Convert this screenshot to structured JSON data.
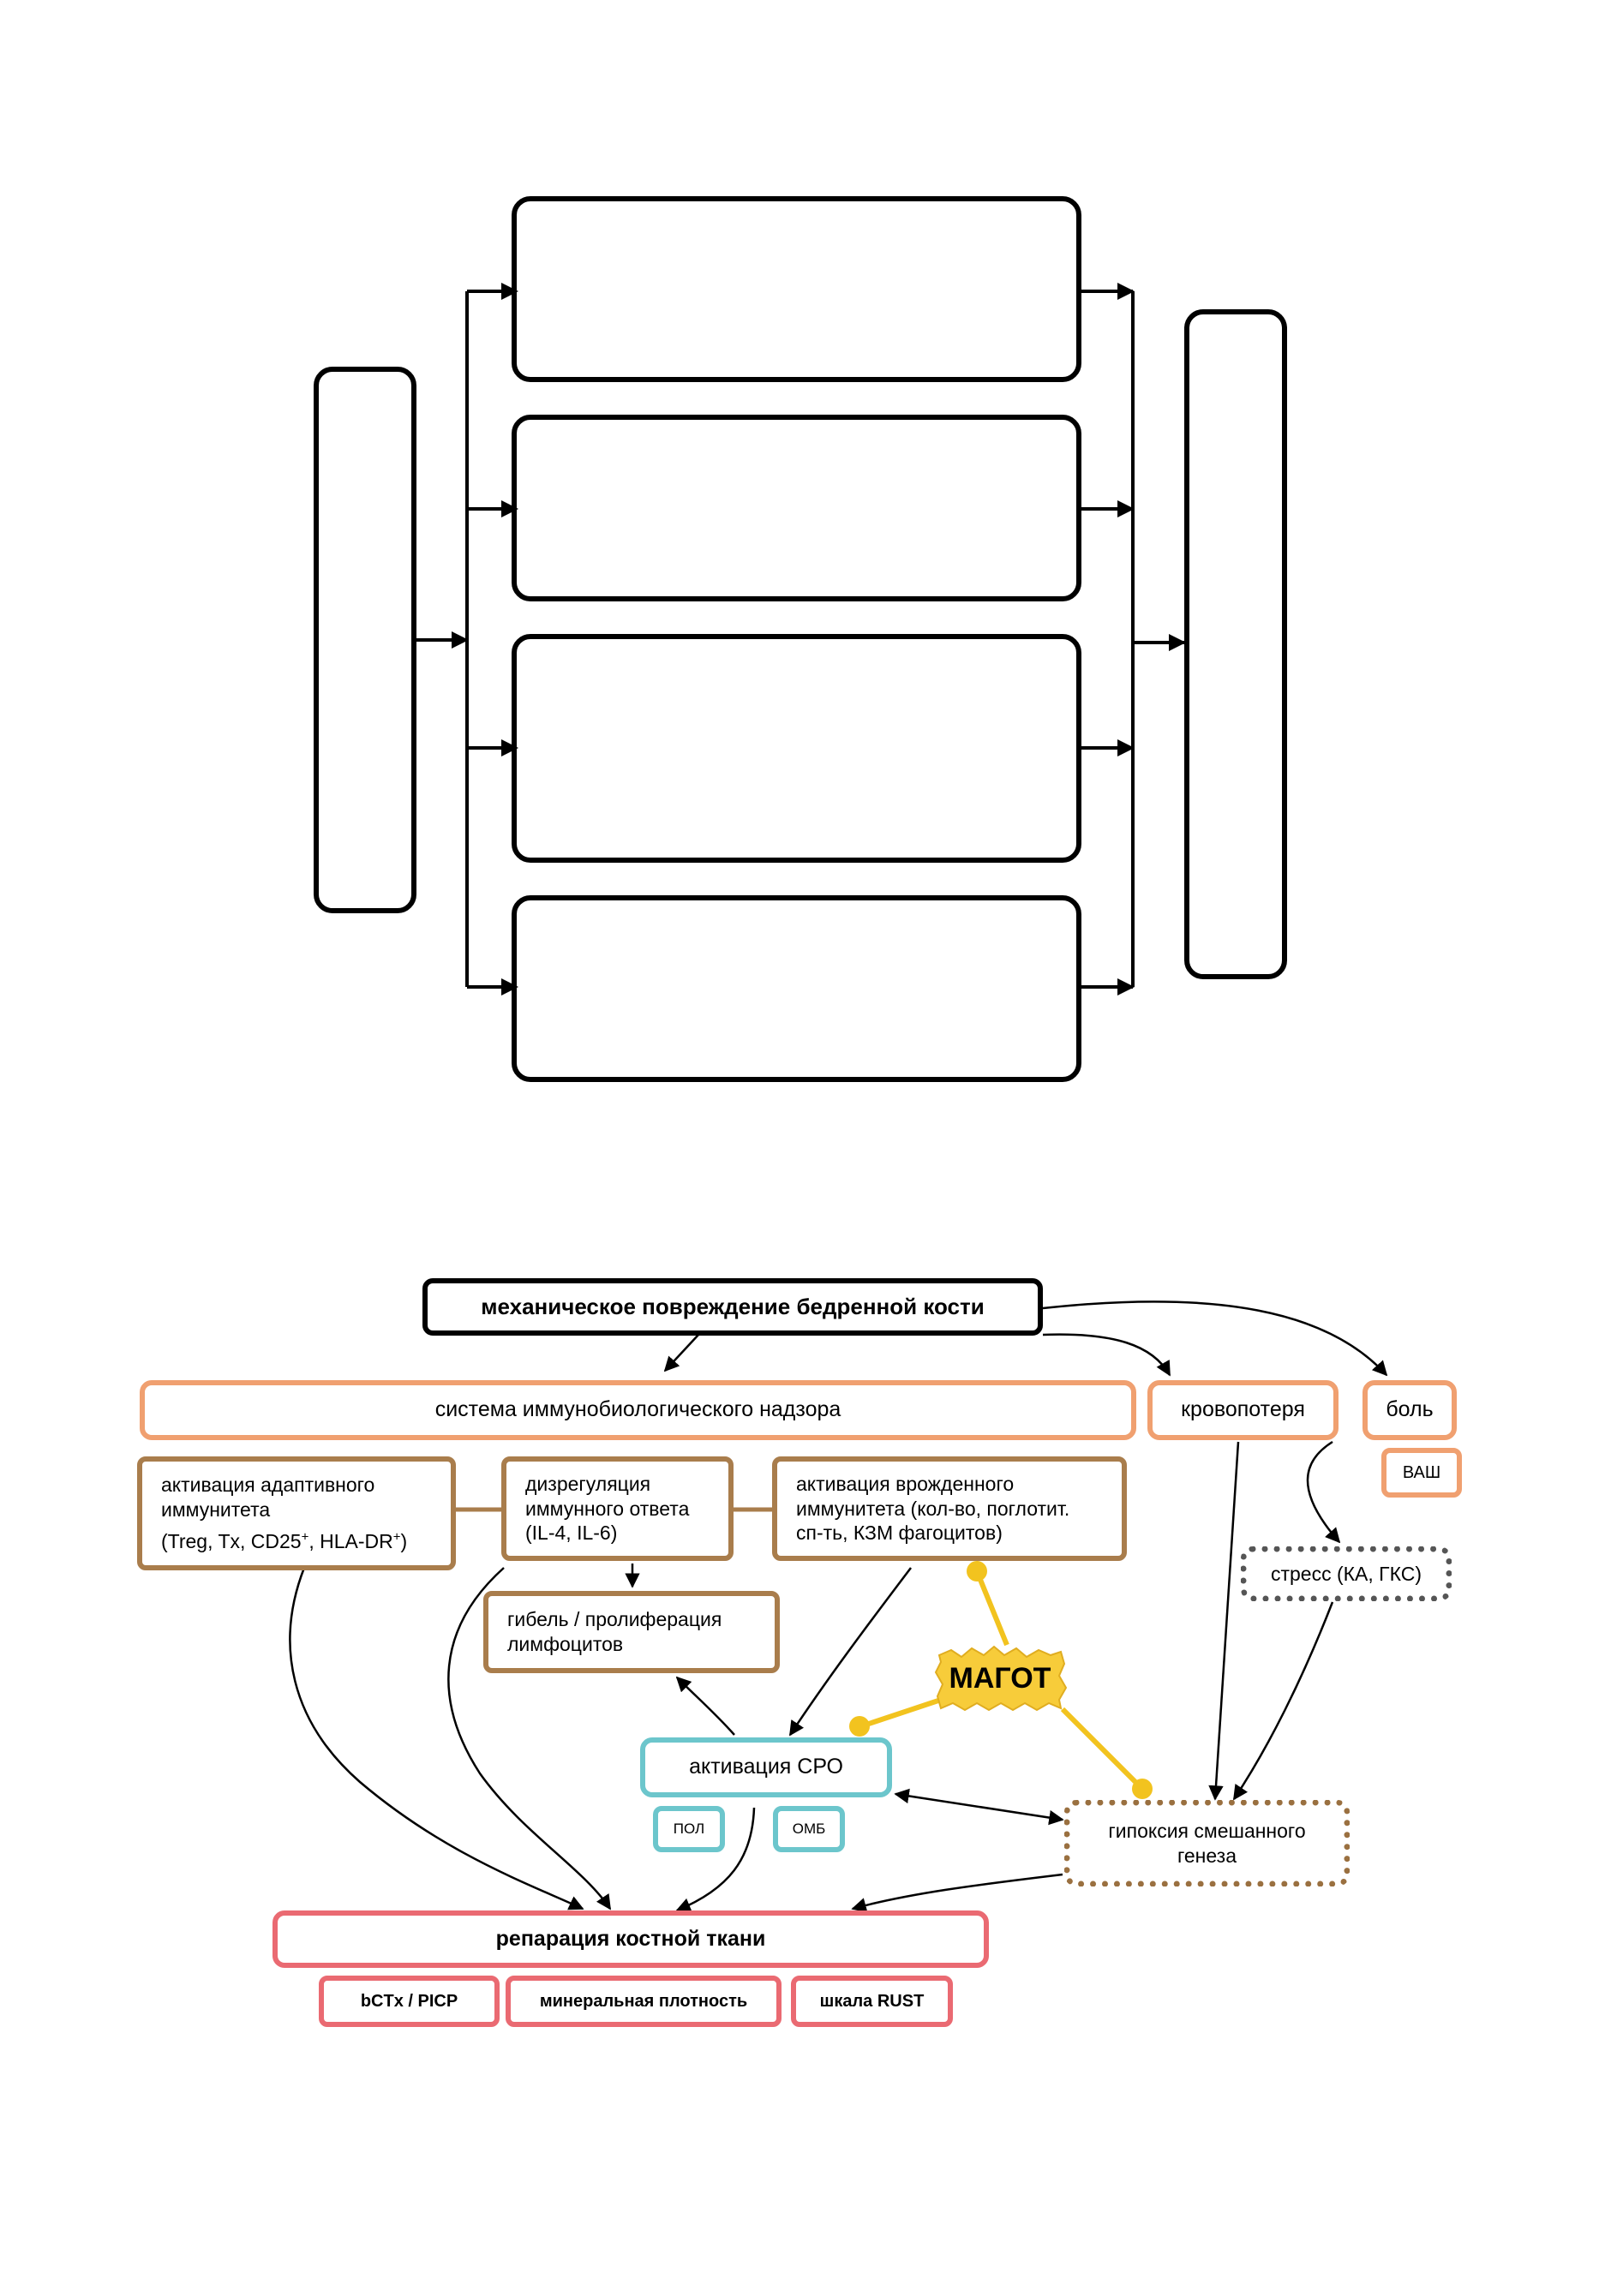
{
  "colors": {
    "black": "#000000",
    "orange": "#f0a070",
    "brown": "#a97d4c",
    "teal": "#6cc6cc",
    "red": "#ea6a72",
    "yellow": "#f2c31f",
    "gray_dotted": "#555555"
  },
  "top_diagram": {
    "left_box": "",
    "middle_boxes": [
      "",
      "",
      "",
      ""
    ],
    "right_box": ""
  },
  "bottom_diagram": {
    "injury": "механическое повреждение бедренной кости",
    "surveillance": "система иммунобиологического надзора",
    "blood_loss": "кровопотеря",
    "pain": "боль",
    "vas": "ВАШ",
    "adaptive_line1": "активация адаптивного",
    "adaptive_line2": "иммунитета",
    "adaptive_line3_prefix": "(Treg, Tx, CD25",
    "adaptive_line3_sup1": "+",
    "adaptive_line3_mid": ", HLA-DR",
    "adaptive_line3_sup2": "+",
    "adaptive_line3_suffix": ")",
    "dysreg_line1": "дизрегуляция",
    "dysreg_line2": "иммунного ответа",
    "dysreg_line3": "(IL-4, IL-6)",
    "innate_line1": "активация врожденного",
    "innate_line2": "иммунитета (кол-во, поглотит.",
    "innate_line3": "сп-ть, КЗМ фагоцитов)",
    "stress": "стресс (КА, ГКС)",
    "lymph_line1": "гибель / пролиферация",
    "lymph_line2": "лимфоцитов",
    "magot": "МАГОТ",
    "sro": "активация СРО",
    "pol": "ПОЛ",
    "omb": "ОМБ",
    "hypoxia_line1": "гипоксия смешанного",
    "hypoxia_line2": "генеза",
    "repair": "репарация костной ткани",
    "marker1": "bCTx / PICP",
    "marker2": "минеральная плотность",
    "marker3": "шкала RUST"
  }
}
